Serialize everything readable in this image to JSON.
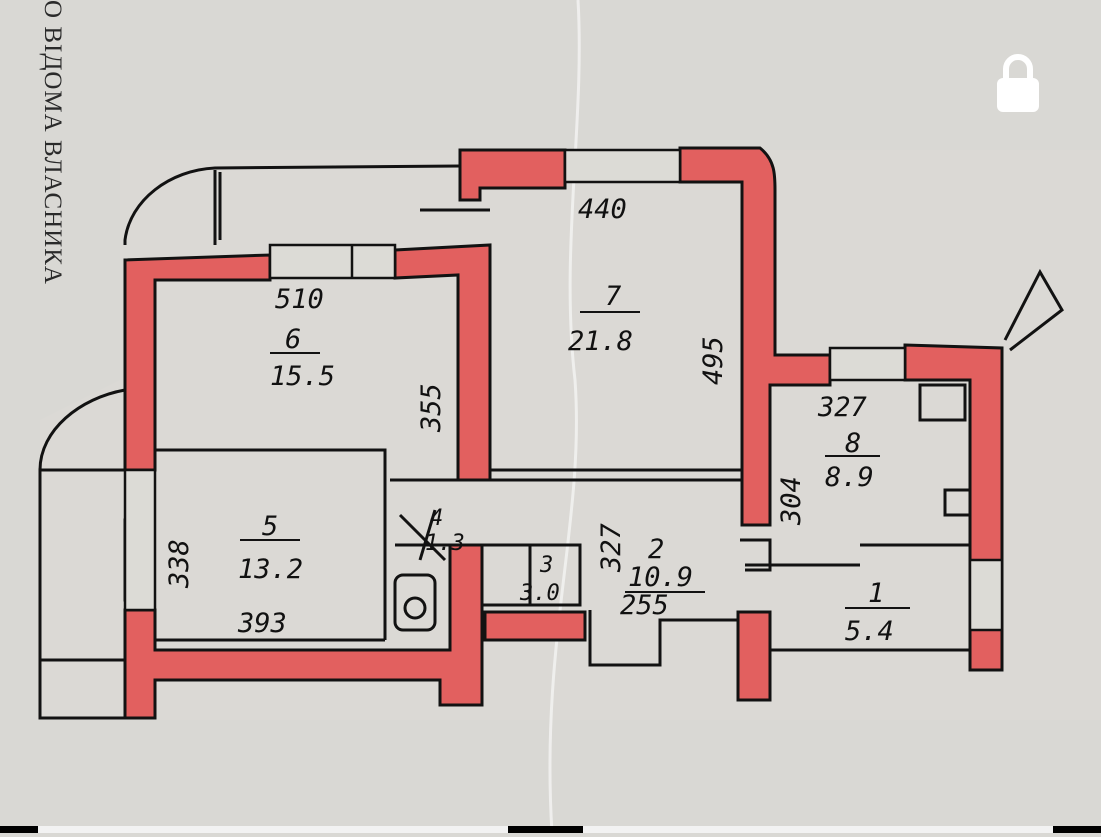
{
  "margin_text": "ВІДОМА ВЛАСНИКА",
  "margin_text_prefix": "О",
  "icons": {
    "lock": "lock-icon"
  },
  "colors": {
    "wall": "#e2605f",
    "paper": "#dcdbd6",
    "ink": "#121212"
  },
  "rooms": [
    {
      "id": "room-6",
      "number": "6",
      "area": "15.5",
      "width": "510",
      "depth": "355"
    },
    {
      "id": "room-7",
      "number": "7",
      "area": "21.8",
      "width": "440",
      "depth": "495"
    },
    {
      "id": "room-8",
      "number": "8",
      "area": "8.9",
      "width": "327",
      "depth": "304"
    },
    {
      "id": "room-5",
      "number": "5",
      "area": "13.2",
      "width": "393",
      "depth": "338"
    },
    {
      "id": "room-4",
      "number": "4",
      "area": "1.3"
    },
    {
      "id": "room-3",
      "number": "3",
      "area": "3.0"
    },
    {
      "id": "room-2",
      "number": "2",
      "area": "10.9",
      "dim1": "327",
      "dim2": "255"
    },
    {
      "id": "room-1",
      "number": "1",
      "area": "5.4"
    }
  ]
}
